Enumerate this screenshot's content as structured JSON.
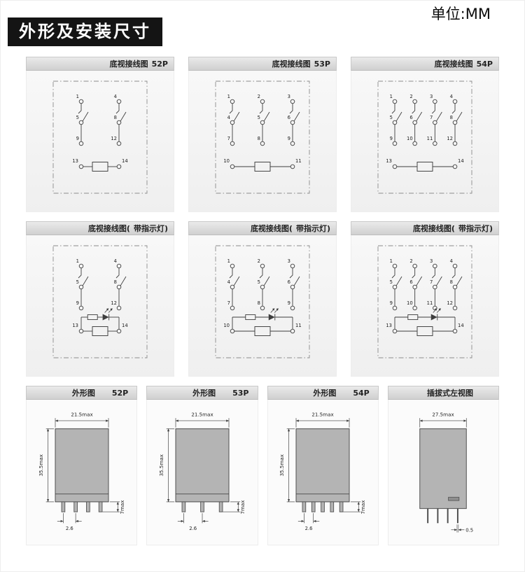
{
  "page": {
    "title": "外形及安装尺寸",
    "unit": "单位:MM"
  },
  "colors": {
    "title_box_bg": "#141414",
    "panel_header_gray": "#d6d6d6",
    "panel_body_gray": "#f4f4f4",
    "schematic_line": "#3d3d3d",
    "relay_body_fill": "#b4b4b4"
  },
  "wiring": [
    {
      "header_left": "底视接线图",
      "header_right": "52P",
      "poles": [
        [
          "1",
          "5",
          "9"
        ],
        [
          "4",
          "8",
          "12"
        ]
      ],
      "coil": [
        "13",
        "14"
      ],
      "indicator": false
    },
    {
      "header_left": "底视接线图",
      "header_right": "53P",
      "poles": [
        [
          "1",
          "4",
          "7"
        ],
        [
          "2",
          "5",
          "8"
        ],
        [
          "3",
          "6",
          "9"
        ]
      ],
      "coil": [
        "10",
        "11"
      ],
      "indicator": false
    },
    {
      "header_left": "底视接线图",
      "header_right": "54P",
      "poles": [
        [
          "1",
          "5",
          "9"
        ],
        [
          "2",
          "6",
          "10"
        ],
        [
          "3",
          "7",
          "11"
        ],
        [
          "4",
          "8",
          "12"
        ]
      ],
      "coil": [
        "13",
        "14"
      ],
      "indicator": false
    },
    {
      "header_left": "底视接线图(",
      "header_right": "带指示灯)",
      "poles": [
        [
          "1",
          "5",
          "9"
        ],
        [
          "4",
          "8",
          "12"
        ]
      ],
      "coil": [
        "13",
        "14"
      ],
      "indicator": true
    },
    {
      "header_left": "底视接线图(",
      "header_right": "带指示灯)",
      "poles": [
        [
          "1",
          "4",
          "7"
        ],
        [
          "2",
          "5",
          "8"
        ],
        [
          "3",
          "6",
          "9"
        ]
      ],
      "coil": [
        "10",
        "11"
      ],
      "indicator": true
    },
    {
      "header_left": "底视接线图(",
      "header_right": "带指示灯)",
      "poles": [
        [
          "1",
          "5",
          "9"
        ],
        [
          "2",
          "6",
          "10"
        ],
        [
          "3",
          "7",
          "11"
        ],
        [
          "4",
          "8",
          "12"
        ]
      ],
      "coil": [
        "13",
        "14"
      ],
      "indicator": true
    }
  ],
  "outline": [
    {
      "header_left": "外形图",
      "header_right": "52P",
      "view": "front",
      "pins": 4,
      "dims": {
        "width": "21.5max",
        "height": "35.5max",
        "pin_height": "7max",
        "pin_pitch": "2.6"
      }
    },
    {
      "header_left": "外形图",
      "header_right": "53P",
      "view": "front",
      "pins": 3,
      "dims": {
        "width": "21.5max",
        "height": "35.5max",
        "pin_height": "7max",
        "pin_pitch": "2.6"
      }
    },
    {
      "header_left": "外形图",
      "header_right": "54P",
      "view": "front",
      "pins": 5,
      "dims": {
        "width": "21.5max",
        "height": "35.5max",
        "pin_height": "7max",
        "pin_pitch": "2.6"
      }
    },
    {
      "header_left": "插拔式左视图",
      "header_right": "",
      "view": "side",
      "pins": 4,
      "dims": {
        "width": "27.5max",
        "pin_thickness": "0.5"
      }
    }
  ]
}
